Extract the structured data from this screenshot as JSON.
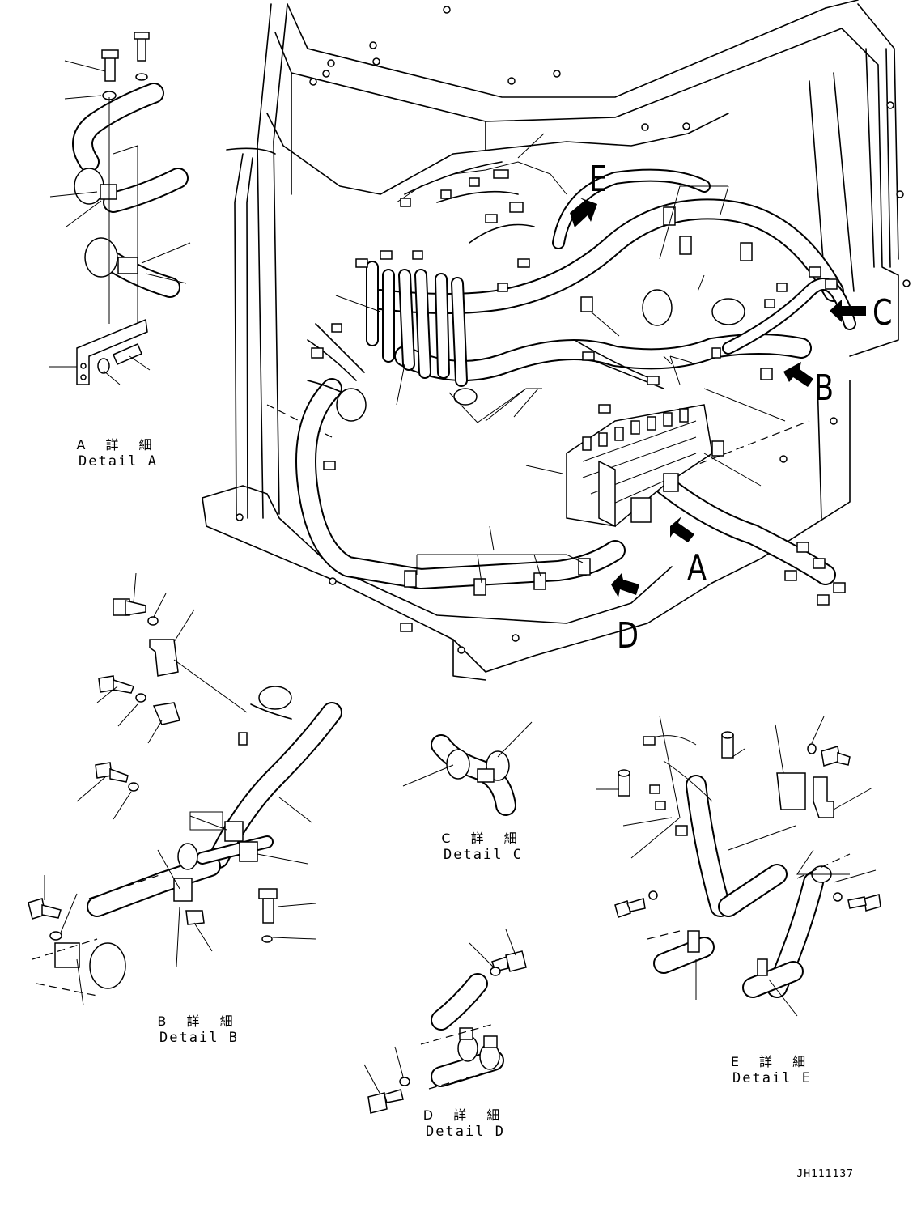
{
  "figure": {
    "drawing_number": "JH111137"
  },
  "view_letters": [
    "E",
    "C",
    "B",
    "A",
    "D"
  ],
  "details": [
    {
      "id": "A",
      "label_jp": "A 詳 細",
      "label_en": "Detail A"
    },
    {
      "id": "B",
      "label_jp": "B 詳 細",
      "label_en": "Detail B"
    },
    {
      "id": "C",
      "label_jp": "C 詳 細",
      "label_en": "Detail C"
    },
    {
      "id": "D",
      "label_jp": "D 詳 細",
      "label_en": "Detail D"
    },
    {
      "id": "E",
      "label_jp": "E 詳 細",
      "label_en": "Detail E"
    }
  ],
  "colors": {
    "line": "#000000",
    "background": "#ffffff"
  }
}
